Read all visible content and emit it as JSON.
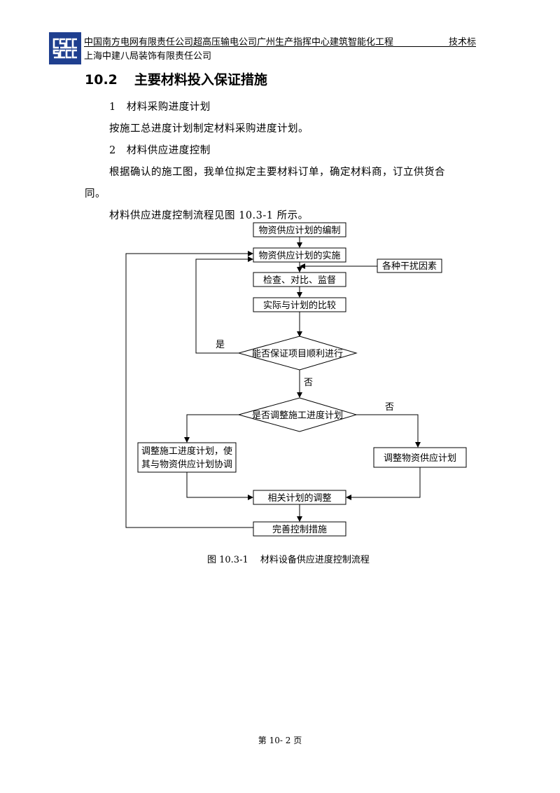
{
  "header": {
    "line1": "中国南方电网有限责任公司超高压输电公司广州生产指挥中心建筑智能化工程",
    "tag": "技术标",
    "line2": "上海中建八局装饰有限责任公司",
    "logo_color": "#1f3f8f"
  },
  "section": {
    "number": "10.2",
    "title": "主要材料投入保证措施"
  },
  "paragraphs": {
    "p1": "1　材料采购进度计划",
    "p2": "按施工总进度计划制定材料采购进度计划。",
    "p3": "2　材料供应进度控制",
    "p4a": "根据确认的施工图，我单位拟定主要材料订单，确定材料商，订立供货合",
    "p4b": "同。",
    "p5": "材料供应进度控制流程见图 10.3-1 所示。"
  },
  "flowchart": {
    "n1": "物资供应计划的编制",
    "n2": "物资供应计划的实施",
    "n_side": "各种干扰因素",
    "n3": "检查、对比、监督",
    "n4": "实际与计划的比较",
    "d1": "能否保证项目顺利进行",
    "yes": "是",
    "no1": "否",
    "d2": "是否调整施工进度计划",
    "no2": "否",
    "left_box_l1": "调整施工进度计划，使",
    "left_box_l2": "其与物资供应计划协调",
    "right_box": "调整物资供应计划",
    "n5": "相关计划的调整",
    "n6": "完善控制措施"
  },
  "caption": "图 10.3-1　 材料设备供应进度控制流程",
  "footer": "第 10- 2  页"
}
